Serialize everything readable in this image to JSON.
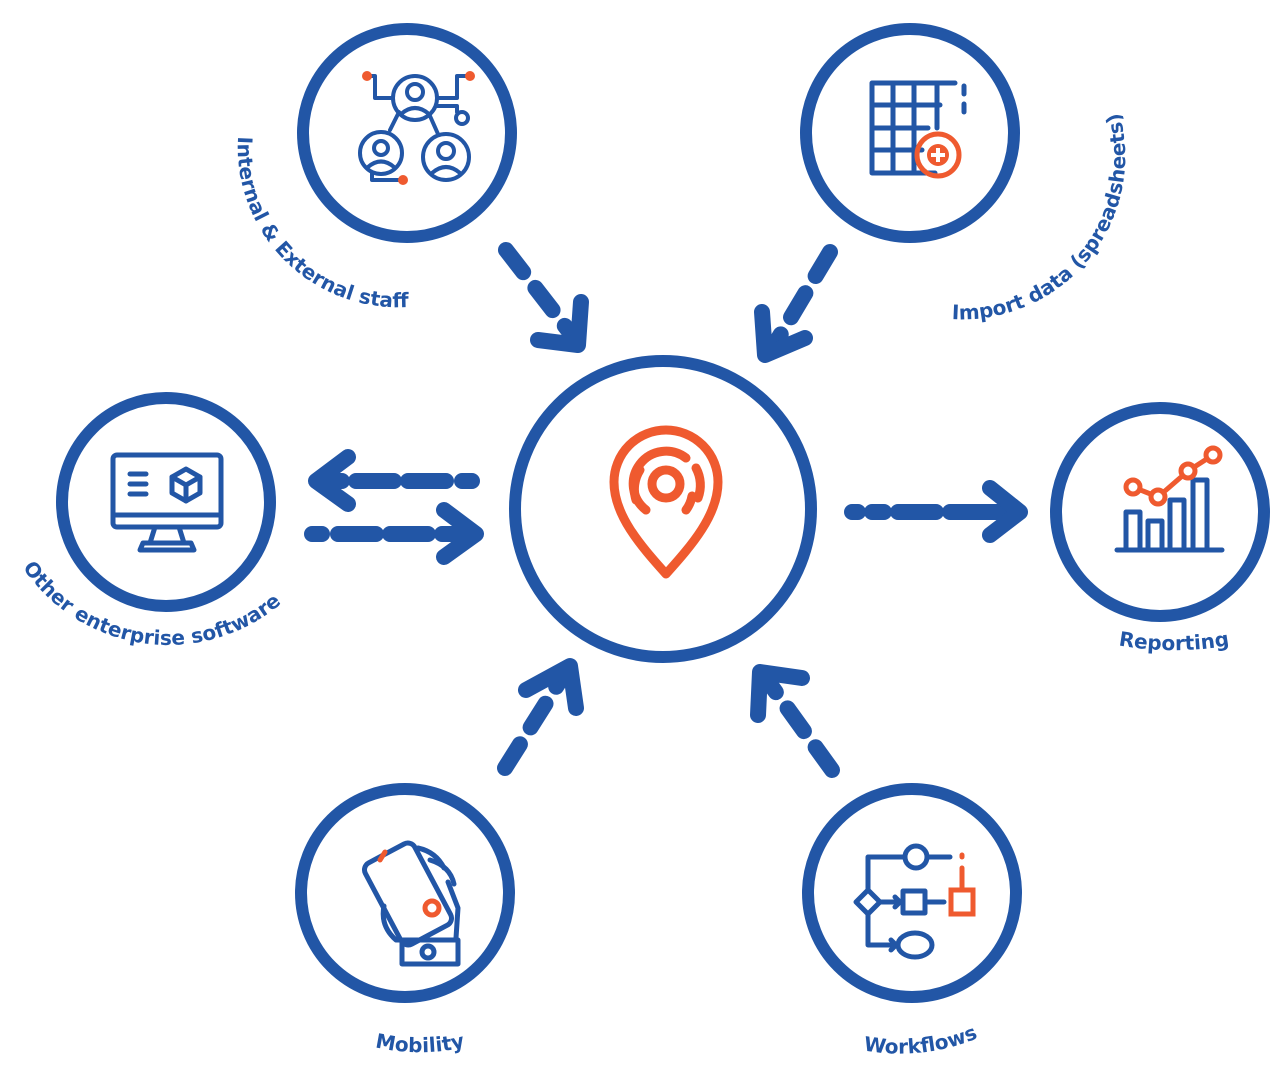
{
  "colors": {
    "primary": "#2256a6",
    "accent": "#ef5a2f",
    "background": "#ffffff"
  },
  "hub": {
    "icon": "location-pin-icon"
  },
  "nodes": {
    "staff": {
      "label": "Internal & External staff",
      "icon": "people-network-icon"
    },
    "import": {
      "label": "Import data (spreadsheets)",
      "icon": "spreadsheet-add-icon"
    },
    "enterprise": {
      "label": "Other enterprise software",
      "icon": "monitor-cube-icon"
    },
    "reporting": {
      "label": "Reporting",
      "icon": "bar-chart-trend-icon"
    },
    "mobility": {
      "label": "Mobility",
      "icon": "hand-phone-icon"
    },
    "workflows": {
      "label": "Workflows",
      "icon": "flowchart-icon"
    }
  }
}
